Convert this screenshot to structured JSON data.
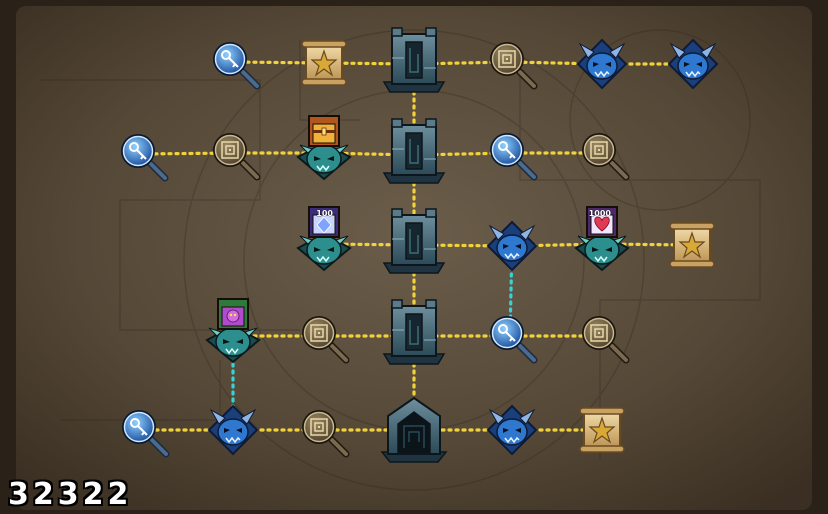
{
  "map": {
    "score": "32322",
    "colors": {
      "path_normal": "#f2d23a",
      "path_alt": "#37d1d6",
      "parchment": "#5e5140",
      "node_blue": "#2e78cf",
      "node_teal": "#2c8f8e"
    },
    "nodes": [
      {
        "id": "r1-key",
        "type": "key-lens",
        "icon": "key-magnifier-icon"
      },
      {
        "id": "r1-scroll",
        "type": "scroll",
        "icon": "star-scroll-icon"
      },
      {
        "id": "r1-tower",
        "type": "tower",
        "icon": "stone-tower-icon"
      },
      {
        "id": "r1-lens",
        "type": "maze-lens",
        "icon": "maze-magnifier-icon"
      },
      {
        "id": "r1-demon-a",
        "type": "blue-demon",
        "icon": "blue-demon-icon"
      },
      {
        "id": "r1-demon-b",
        "type": "blue-demon",
        "icon": "blue-demon-icon"
      },
      {
        "id": "r2-key",
        "type": "key-lens",
        "icon": "key-magnifier-icon"
      },
      {
        "id": "r2-lens",
        "type": "maze-lens",
        "icon": "maze-magnifier-icon"
      },
      {
        "id": "r2-chest",
        "type": "teal-demon",
        "icon": "teal-demon-icon",
        "reward": "treasure-chest-icon"
      },
      {
        "id": "r2-tower",
        "type": "tower",
        "icon": "stone-tower-icon"
      },
      {
        "id": "r2-key-b",
        "type": "key-lens",
        "icon": "key-magnifier-icon"
      },
      {
        "id": "r2-lens-b",
        "type": "maze-lens",
        "icon": "maze-magnifier-icon"
      },
      {
        "id": "r3-card",
        "type": "teal-demon",
        "icon": "teal-demon-icon",
        "reward": "crystal-card-icon",
        "reward_label": "100"
      },
      {
        "id": "r3-tower",
        "type": "tower",
        "icon": "stone-tower-icon"
      },
      {
        "id": "r3-demon",
        "type": "blue-demon",
        "icon": "blue-demon-icon"
      },
      {
        "id": "r3-heart",
        "type": "teal-demon",
        "icon": "teal-demon-icon",
        "reward": "heart-card-icon",
        "reward_label": "1000"
      },
      {
        "id": "r3-scroll",
        "type": "scroll",
        "icon": "star-scroll-icon"
      },
      {
        "id": "r4-monster",
        "type": "teal-demon",
        "icon": "teal-demon-icon",
        "reward": "monster-card-icon"
      },
      {
        "id": "r4-lens",
        "type": "maze-lens",
        "icon": "maze-magnifier-icon"
      },
      {
        "id": "r4-tower",
        "type": "tower",
        "icon": "stone-tower-icon"
      },
      {
        "id": "r4-key",
        "type": "key-lens",
        "icon": "key-magnifier-icon"
      },
      {
        "id": "r4-lens-b",
        "type": "maze-lens",
        "icon": "maze-magnifier-icon"
      },
      {
        "id": "r5-key",
        "type": "key-lens",
        "icon": "key-magnifier-icon"
      },
      {
        "id": "r5-demon",
        "type": "blue-demon",
        "icon": "blue-demon-icon"
      },
      {
        "id": "r5-lens",
        "type": "maze-lens",
        "icon": "maze-magnifier-icon"
      },
      {
        "id": "r5-gate",
        "type": "gate",
        "icon": "dungeon-gate-icon"
      },
      {
        "id": "r5-demon-b",
        "type": "blue-demon",
        "icon": "blue-demon-icon"
      },
      {
        "id": "r5-scroll",
        "type": "scroll",
        "icon": "star-scroll-icon"
      }
    ],
    "paths": [
      {
        "from": "r1-key",
        "to": "r1-scroll",
        "style": "normal"
      },
      {
        "from": "r1-scroll",
        "to": "r1-tower",
        "style": "normal"
      },
      {
        "from": "r1-tower",
        "to": "r1-lens",
        "style": "normal"
      },
      {
        "from": "r1-lens",
        "to": "r1-demon-a",
        "style": "normal"
      },
      {
        "from": "r1-demon-a",
        "to": "r1-demon-b",
        "style": "normal"
      },
      {
        "from": "r2-key",
        "to": "r2-lens",
        "style": "normal"
      },
      {
        "from": "r2-lens",
        "to": "r2-chest",
        "style": "normal"
      },
      {
        "from": "r2-chest",
        "to": "r2-tower",
        "style": "normal"
      },
      {
        "from": "r2-tower",
        "to": "r2-key-b",
        "style": "normal"
      },
      {
        "from": "r2-key-b",
        "to": "r2-lens-b",
        "style": "normal"
      },
      {
        "from": "r3-card",
        "to": "r3-tower",
        "style": "normal"
      },
      {
        "from": "r3-tower",
        "to": "r3-demon",
        "style": "normal"
      },
      {
        "from": "r3-demon",
        "to": "r3-heart",
        "style": "normal"
      },
      {
        "from": "r3-heart",
        "to": "r3-scroll",
        "style": "normal"
      },
      {
        "from": "r4-monster",
        "to": "r4-lens",
        "style": "normal"
      },
      {
        "from": "r4-lens",
        "to": "r4-tower",
        "style": "normal"
      },
      {
        "from": "r4-tower",
        "to": "r4-key",
        "style": "normal"
      },
      {
        "from": "r4-key",
        "to": "r4-lens-b",
        "style": "normal"
      },
      {
        "from": "r5-key",
        "to": "r5-demon",
        "style": "normal"
      },
      {
        "from": "r5-demon",
        "to": "r5-lens",
        "style": "normal"
      },
      {
        "from": "r5-lens",
        "to": "r5-gate",
        "style": "normal"
      },
      {
        "from": "r5-gate",
        "to": "r5-demon-b",
        "style": "normal"
      },
      {
        "from": "r5-demon-b",
        "to": "r5-scroll",
        "style": "normal"
      },
      {
        "from": "r1-tower",
        "to": "r2-tower",
        "style": "normal"
      },
      {
        "from": "r2-tower",
        "to": "r3-tower",
        "style": "normal"
      },
      {
        "from": "r3-tower",
        "to": "r4-tower",
        "style": "normal"
      },
      {
        "from": "r4-tower",
        "to": "r5-gate",
        "style": "normal"
      },
      {
        "from": "r3-demon",
        "to": "r4-key",
        "style": "alt"
      },
      {
        "from": "r4-monster",
        "to": "r5-demon",
        "style": "alt"
      }
    ]
  }
}
